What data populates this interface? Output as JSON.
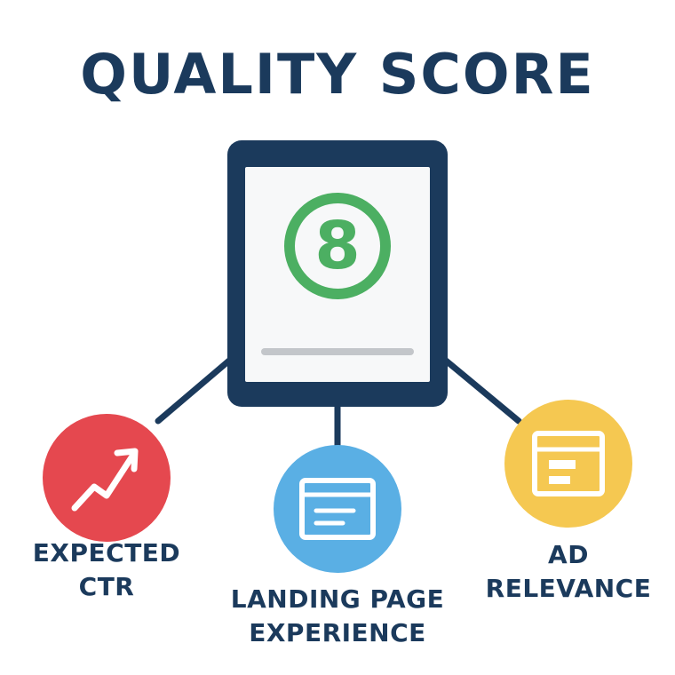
{
  "colors": {
    "navy": "#1b3a5c",
    "green": "#4caf62",
    "gray": "#c3c6ca",
    "red": "#e5484f",
    "blue": "#5aafe4",
    "yellow": "#f5c851",
    "white": "#ffffff"
  },
  "title": "QUALITY SCORE",
  "score": {
    "value": "8"
  },
  "factors": [
    {
      "id": "ctr",
      "lines": [
        "EXPECTED",
        "CTR"
      ],
      "icon": "trend-up-arrow-icon"
    },
    {
      "id": "landing",
      "lines": [
        "LANDING PAGE",
        "EXPERIENCE"
      ],
      "icon": "browser-window-icon"
    },
    {
      "id": "ad",
      "lines": [
        "AD",
        "RELEVANCE"
      ],
      "icon": "ad-panel-icon"
    }
  ]
}
